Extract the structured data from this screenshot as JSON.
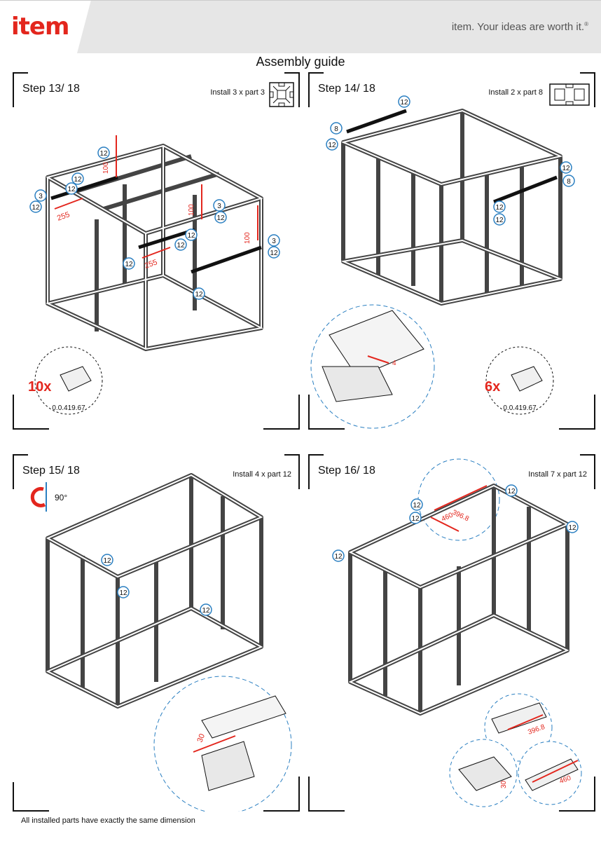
{
  "header": {
    "logo": "item",
    "tagline": "item. Your ideas are worth it.",
    "tagline_mark": "®",
    "accent_color": "#e3261d"
  },
  "title": "Assembly guide",
  "steps": [
    {
      "label": "Step 13/ 18",
      "install": "Install 3 x part 3",
      "icon": "profile-square-icon",
      "callouts": [
        "12",
        "12",
        "12",
        "3",
        "12",
        "3",
        "12",
        "12",
        "12",
        "3",
        "12",
        "12",
        "12"
      ],
      "dims": [
        "100",
        "255",
        "100",
        "255",
        "100"
      ],
      "badge": {
        "count": "10x",
        "part": "0.0.419.67"
      }
    },
    {
      "label": "Step 14/ 18",
      "install": "Install 2 x part 8",
      "icon": "profile-double-icon",
      "callouts": [
        "12",
        "8",
        "12",
        "12",
        "8",
        "12",
        "12"
      ],
      "dims": [
        "4"
      ],
      "badge": {
        "count": "6x",
        "part": "0.0.419.67"
      }
    },
    {
      "label": "Step 15/ 18",
      "install": "Install 4 x part 12",
      "icon": "",
      "rotation": "90°",
      "callouts": [
        "12",
        "12",
        "12"
      ],
      "dims": [
        "30"
      ]
    },
    {
      "label": "Step 16/ 18",
      "install": "Install 7 x part 12",
      "icon": "",
      "callouts": [
        "12",
        "12",
        "12",
        "12",
        "12"
      ],
      "dims": [
        "396.8",
        "460",
        "396.8",
        "30",
        "460"
      ]
    }
  ],
  "footnote": "All installed parts have exactly the same dimension"
}
